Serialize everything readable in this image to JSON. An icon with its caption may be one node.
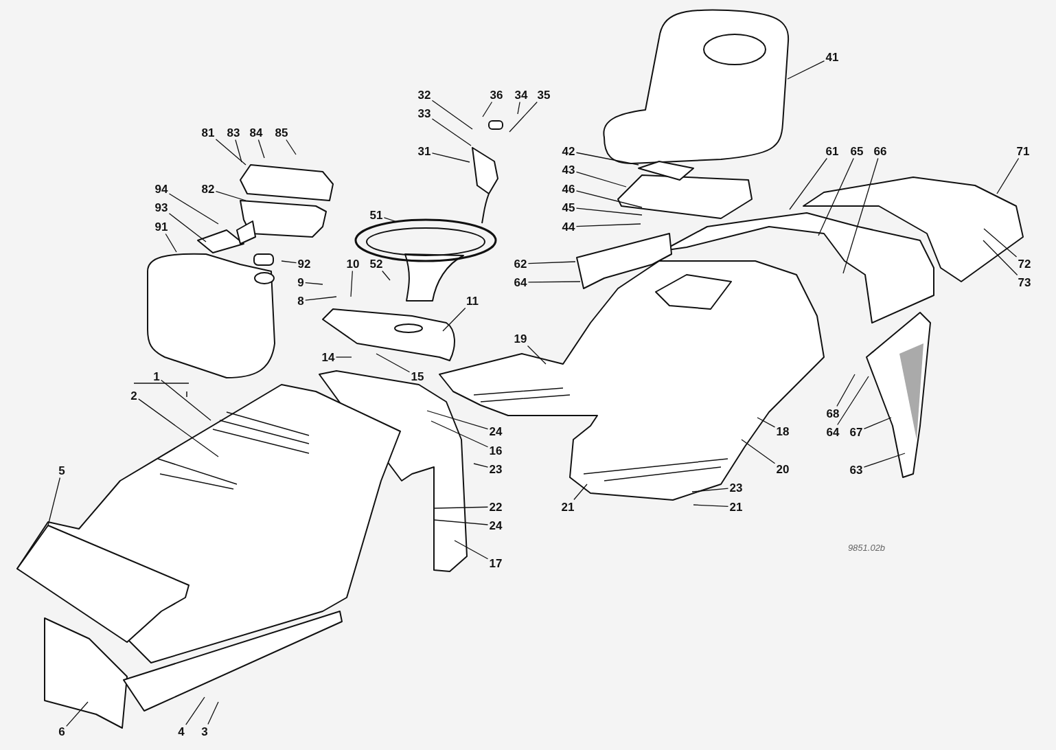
{
  "diagram": {
    "nodes": [
      {
        "text": [
          "41"
        ]
      },
      {
        "text": [
          "32"
        ]
      },
      {
        "text": [
          "36"
        ]
      },
      {
        "text": [
          "34"
        ]
      },
      {
        "text": [
          "35"
        ]
      },
      {
        "text": [
          "33"
        ]
      },
      {
        "text": [
          "81"
        ]
      },
      {
        "text": [
          "83"
        ]
      },
      {
        "text": [
          "84"
        ]
      },
      {
        "text": [
          "85"
        ]
      },
      {
        "text": [
          "31"
        ]
      },
      {
        "text": [
          "42"
        ]
      },
      {
        "text": [
          "61"
        ]
      },
      {
        "text": [
          "65"
        ]
      },
      {
        "text": [
          "66"
        ]
      },
      {
        "text": [
          "71"
        ]
      },
      {
        "text": [
          "43"
        ]
      },
      {
        "text": [
          "94"
        ]
      },
      {
        "text": [
          "82"
        ]
      },
      {
        "text": [
          "46"
        ]
      },
      {
        "text": [
          "93"
        ]
      },
      {
        "text": [
          "45"
        ]
      },
      {
        "text": [
          "51"
        ]
      },
      {
        "text": [
          "91"
        ]
      },
      {
        "text": [
          "44"
        ]
      },
      {
        "text": [
          "62"
        ]
      },
      {
        "text": [
          "10"
        ]
      },
      {
        "text": [
          "52"
        ]
      },
      {
        "text": [
          "92"
        ]
      },
      {
        "text": [
          "72"
        ]
      },
      {
        "text": [
          "9"
        ]
      },
      {
        "text": [
          "64"
        ]
      },
      {
        "text": [
          "73"
        ]
      },
      {
        "text": [
          "8"
        ]
      },
      {
        "text": [
          "11"
        ]
      },
      {
        "text": [
          "19"
        ]
      },
      {
        "text": [
          "14"
        ]
      },
      {
        "text": [
          "1"
        ]
      },
      {
        "text": [
          "15"
        ]
      },
      {
        "text": [
          "2"
        ]
      },
      {
        "text": [
          "68"
        ]
      },
      {
        "text": [
          "24"
        ]
      },
      {
        "text": [
          "18"
        ]
      },
      {
        "text": [
          "64"
        ]
      },
      {
        "text": [
          "67"
        ]
      },
      {
        "text": [
          "16"
        ]
      },
      {
        "text": [
          "23"
        ]
      },
      {
        "text": [
          "20"
        ]
      },
      {
        "text": [
          "63"
        ]
      },
      {
        "text": [
          "5"
        ]
      },
      {
        "text": [
          "23"
        ]
      },
      {
        "text": [
          "21"
        ]
      },
      {
        "text": [
          "22"
        ]
      },
      {
        "text": [
          "21"
        ]
      },
      {
        "text": [
          "24"
        ]
      },
      {
        "text": [
          "17"
        ]
      },
      {
        "text": [
          "6"
        ]
      },
      {
        "text": [
          "4"
        ]
      },
      {
        "text": [
          "3"
        ]
      }
    ],
    "edges": [
      {
        "from": 0,
        "to": null,
        "arrow": "none"
      },
      {
        "from": 1,
        "to": null,
        "arrow": "none"
      },
      {
        "from": 2,
        "to": null,
        "arrow": "none"
      },
      {
        "from": 3,
        "to": null,
        "arrow": "none"
      },
      {
        "from": 4,
        "to": null,
        "arrow": "none"
      },
      {
        "from": 5,
        "to": null,
        "arrow": "none"
      },
      {
        "from": 6,
        "to": null,
        "arrow": "none"
      },
      {
        "from": 7,
        "to": null,
        "arrow": "none"
      },
      {
        "from": 8,
        "to": null,
        "arrow": "none"
      },
      {
        "from": 9,
        "to": null,
        "arrow": "none"
      },
      {
        "from": 10,
        "to": null,
        "arrow": "none"
      },
      {
        "from": 11,
        "to": null,
        "arrow": "none"
      },
      {
        "from": 12,
        "to": null,
        "arrow": "none"
      },
      {
        "from": 13,
        "to": null,
        "arrow": "none"
      },
      {
        "from": 14,
        "to": null,
        "arrow": "none"
      },
      {
        "from": 15,
        "to": null,
        "arrow": "none"
      },
      {
        "from": 16,
        "to": null,
        "arrow": "none"
      },
      {
        "from": 17,
        "to": null,
        "arrow": "none"
      },
      {
        "from": 18,
        "to": null,
        "arrow": "none"
      },
      {
        "from": 19,
        "to": null,
        "arrow": "none"
      },
      {
        "from": 20,
        "to": null,
        "arrow": "none"
      },
      {
        "from": 21,
        "to": null,
        "arrow": "none"
      },
      {
        "from": 22,
        "to": null,
        "arrow": "none"
      },
      {
        "from": 23,
        "to": null,
        "arrow": "none"
      },
      {
        "from": 24,
        "to": null,
        "arrow": "none"
      },
      {
        "from": 25,
        "to": null,
        "arrow": "none"
      },
      {
        "from": 26,
        "to": null,
        "arrow": "none"
      },
      {
        "from": 27,
        "to": null,
        "arrow": "none"
      },
      {
        "from": 28,
        "to": null,
        "arrow": "none"
      },
      {
        "from": 29,
        "to": null,
        "arrow": "none"
      },
      {
        "from": 30,
        "to": null,
        "arrow": "none"
      },
      {
        "from": 31,
        "to": null,
        "arrow": "none"
      },
      {
        "from": 32,
        "to": null,
        "arrow": "none"
      },
      {
        "from": 33,
        "to": null,
        "arrow": "none"
      },
      {
        "from": 34,
        "to": null,
        "arrow": "none"
      },
      {
        "from": 35,
        "to": null,
        "arrow": "none"
      },
      {
        "from": 36,
        "to": null,
        "arrow": "none"
      },
      {
        "from": 37,
        "to": null,
        "arrow": "none"
      },
      {
        "from": 38,
        "to": null,
        "arrow": "none"
      },
      {
        "from": 39,
        "to": null,
        "arrow": "none"
      },
      {
        "from": 40,
        "to": null,
        "arrow": "none"
      },
      {
        "from": 41,
        "to": null,
        "arrow": "none"
      },
      {
        "from": 42,
        "to": null,
        "arrow": "none"
      },
      {
        "from": 43,
        "to": null,
        "arrow": "none"
      },
      {
        "from": 44,
        "to": null,
        "arrow": "none"
      },
      {
        "from": 45,
        "to": null,
        "arrow": "none"
      },
      {
        "from": 46,
        "to": null,
        "arrow": "none"
      },
      {
        "from": 47,
        "to": null,
        "arrow": "none"
      },
      {
        "from": 48,
        "to": null,
        "arrow": "none"
      },
      {
        "from": 49,
        "to": null,
        "arrow": "none"
      },
      {
        "from": 50,
        "to": null,
        "arrow": "none"
      },
      {
        "from": 51,
        "to": null,
        "arrow": "none"
      },
      {
        "from": 52,
        "to": null,
        "arrow": "none"
      },
      {
        "from": 53,
        "to": null,
        "arrow": "none"
      },
      {
        "from": 54,
        "to": null,
        "arrow": "none"
      },
      {
        "from": 55,
        "to": null,
        "arrow": "none"
      },
      {
        "from": 56,
        "to": null,
        "arrow": "none"
      },
      {
        "from": 57,
        "to": null,
        "arrow": "none"
      },
      {
        "from": 58,
        "to": null,
        "arrow": "none"
      }
    ],
    "labels": [
      "9851.02b"
    ]
  }
}
